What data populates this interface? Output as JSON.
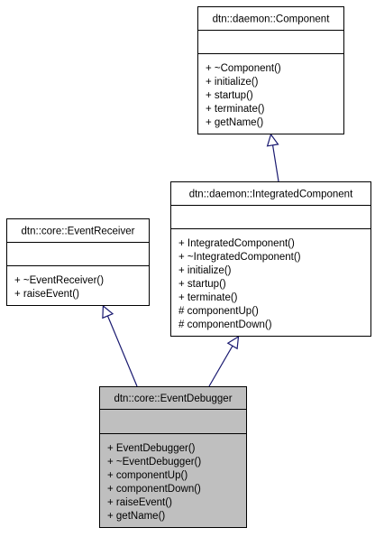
{
  "classes": [
    {
      "id": "component",
      "name": "dtn::daemon::Component",
      "attributes": [],
      "methods": [
        "+ ~Component()",
        "+ initialize()",
        "+ startup()",
        "+ terminate()",
        "+ getName()"
      ],
      "highlighted": false
    },
    {
      "id": "integrated",
      "name": "dtn::daemon::IntegratedComponent",
      "attributes": [],
      "methods": [
        "+ IntegratedComponent()",
        "+ ~IntegratedComponent()",
        "+ initialize()",
        "+ startup()",
        "+ terminate()",
        "# componentUp()",
        "# componentDown()"
      ],
      "highlighted": false
    },
    {
      "id": "receiver",
      "name": "dtn::core::EventReceiver",
      "attributes": [],
      "methods": [
        "+ ~EventReceiver()",
        "+ raiseEvent()"
      ],
      "highlighted": false
    },
    {
      "id": "debugger",
      "name": "dtn::core::EventDebugger",
      "attributes": [],
      "methods": [
        "+ EventDebugger()",
        "+ ~EventDebugger()",
        "+ componentUp()",
        "+ componentDown()",
        "+ raiseEvent()",
        "+ getName()"
      ],
      "highlighted": true
    }
  ],
  "inheritance": [
    {
      "from": "integrated",
      "to": "component"
    },
    {
      "from": "debugger",
      "to": "receiver"
    },
    {
      "from": "debugger",
      "to": "integrated"
    }
  ],
  "colors": {
    "box_border": "#000000",
    "box_fill": "#ffffff",
    "highlight_fill": "#bfbfbf",
    "edge": "#191970",
    "arrowhead_fill": "#ffffff"
  }
}
